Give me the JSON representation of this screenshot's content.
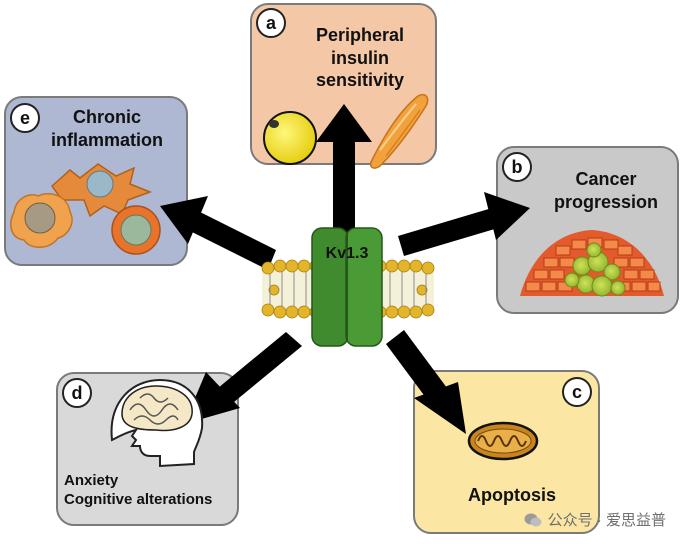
{
  "center": {
    "label": "Kv1.3"
  },
  "panels": {
    "a": {
      "letter": "a",
      "title_lines": [
        "Peripheral",
        "insulin",
        "sensitivity"
      ]
    },
    "b": {
      "letter": "b",
      "title_lines": [
        "Cancer",
        "progression"
      ]
    },
    "c": {
      "letter": "c",
      "title_lines": [
        "Apoptosis"
      ]
    },
    "d": {
      "letter": "d",
      "title_lines": [
        "Anxiety",
        "Cognitive alterations"
      ]
    },
    "e": {
      "letter": "e",
      "title_lines": [
        "Chronic",
        "inflammation"
      ]
    }
  },
  "colors": {
    "panel_a": "#f4c7a6",
    "panel_b": "#c9c9c9",
    "panel_c": "#fbe6a3",
    "panel_d": "#d9d9d9",
    "panel_e": "#aeb8d2",
    "channel": "#3f8b2e",
    "lipid": "#e2b52a"
  },
  "watermark": {
    "text": "公众号 · 爱思益普"
  }
}
